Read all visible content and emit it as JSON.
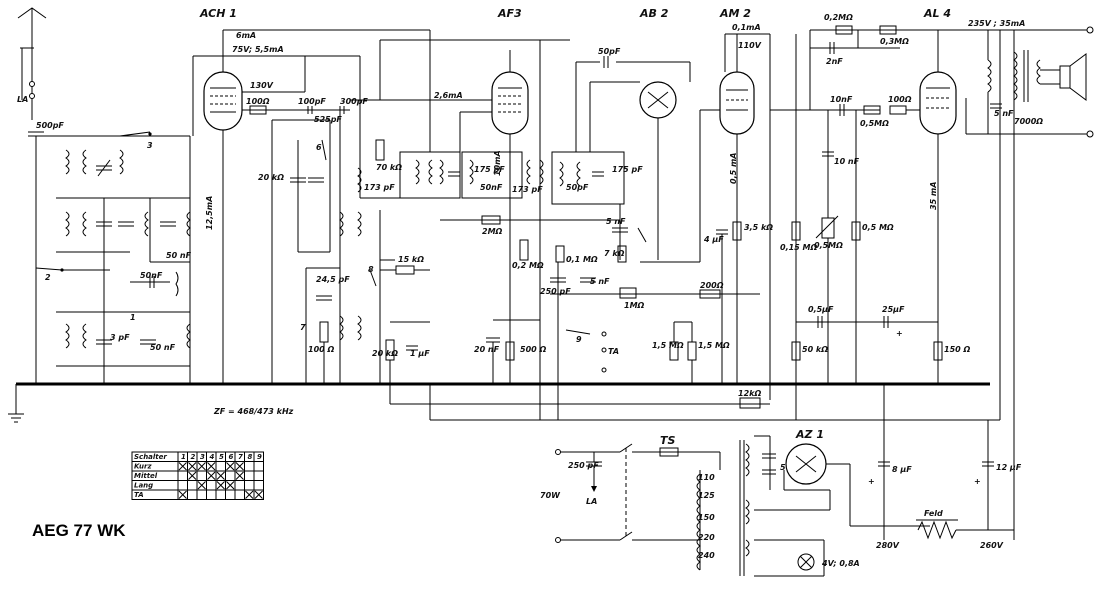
{
  "model_label": "AEG 77 WK",
  "tubes": {
    "ach1": "ACH 1",
    "af3": "AF3",
    "ab2": "AB 2",
    "am2": "AM 2",
    "al4": "AL 4",
    "az1": "AZ 1"
  },
  "antenna_label": "LA",
  "values": {
    "c_ant": "500pF",
    "ach1_current": "6mA",
    "ach1_voltage": "75V; 5,5mA",
    "v130": "130V",
    "r100": "100Ω",
    "c100p": "100pF",
    "c300p": "300pF",
    "c525p": "525pF",
    "r20k_a": "20 kΩ",
    "r70k": "70 kΩ",
    "c173_a": "173 pF",
    "c125ma": "12,5mA",
    "c50nf_a": "50 nF",
    "c50nf_mid": "50nF",
    "c3pf": "3 pF",
    "c50nf_b": "50 nF",
    "c245": "24,5 pF",
    "r100_b": "100 Ω",
    "r15k": "15 kΩ",
    "r20k_b": "20 kΩ",
    "c1uf": "1 μF",
    "zf": "ZF = 468/473 kHz",
    "af3_current": "2,6mA",
    "af3_10ma": "10mA",
    "c175_a": "175 pF",
    "c50nf_c": "50nF",
    "c173_b": "173 pF",
    "r2m": "2MΩ",
    "r02m": "0,2 MΩ",
    "c20nf": "20 nF",
    "r500": "500 Ω",
    "c50pf_top": "50pF",
    "c50pf_b": "50pF",
    "c175_b": "175 pF",
    "c5nf_a": "5 nF",
    "r01m": "0,1 MΩ",
    "r7k": "7 kΩ",
    "c250": "250 pF",
    "c5nf_b": "5 nF",
    "r1m": "1MΩ",
    "ta": "TA",
    "r15m_a": "1,5 MΩ",
    "r15m_b": "1,5 MΩ",
    "am2_current": "0,1mA",
    "am2_voltage": "110V",
    "am2_05ma": "0,5 mA",
    "c4uf": "4 μF",
    "r35k": "3,5 kΩ",
    "r200": "200Ω",
    "r015m": "0,15 MΩ",
    "c10nf": "10nF",
    "c10nf_b": "10 nF",
    "r05m_pot": "0,5MΩ",
    "r05m_a": "0,5MΩ",
    "r05m_b": "0,5 MΩ",
    "c05uf": "0,5μF",
    "r50k": "50 kΩ",
    "r02m_top": "0,2MΩ",
    "c2nf": "2nF",
    "r03m": "0,3MΩ",
    "r100_c": "100Ω",
    "al4_v": "235V ; 35mA",
    "al4_35ma": "35 mA",
    "c25uf": "25μF",
    "r150": "150 Ω",
    "c5nf_out": "5 nF",
    "z7000": "7000Ω",
    "r12k": "12kΩ",
    "ts": "TS",
    "c250_mains": "250 pF",
    "p70w": "70W",
    "la_mains": "LA",
    "taps": [
      "110",
      "125",
      "150",
      "220",
      "240"
    ],
    "c5nf_az": "5 nF",
    "c8uf": "8 μF",
    "c12uf": "12 μF",
    "feld": "Feld",
    "v280": "280V",
    "v260": "260V",
    "lamp": "4V; 0,8A",
    "switch_1": "1",
    "switch_2": "2",
    "switch_3": "3",
    "switch_6": "6",
    "switch_7": "7",
    "switch_8": "8",
    "switch_9": "9"
  },
  "switch_table": {
    "header": "Schalter",
    "columns": [
      "1",
      "2",
      "3",
      "4",
      "5",
      "6",
      "7",
      "8",
      "9"
    ],
    "rows": [
      {
        "label": "Kurz",
        "marks": [
          0,
          1,
          2,
          3,
          5,
          6
        ]
      },
      {
        "label": "Mittel",
        "marks": [
          1,
          3,
          4,
          6
        ]
      },
      {
        "label": "Lang",
        "marks": [
          2,
          4,
          5
        ]
      },
      {
        "label": "TA",
        "marks": [
          0,
          7,
          8
        ]
      }
    ]
  }
}
